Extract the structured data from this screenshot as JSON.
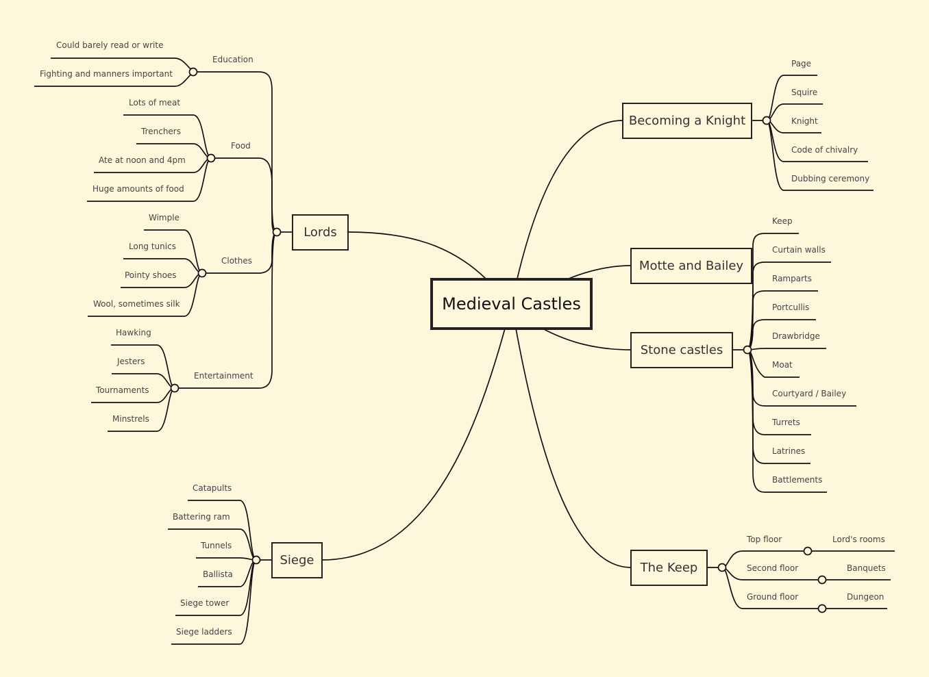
{
  "central": "Medieval Castles",
  "lords": {
    "label": "Lords",
    "groups": [
      {
        "label": "Education",
        "items": [
          "Could barely read or write",
          "Fighting and manners important"
        ]
      },
      {
        "label": "Food",
        "items": [
          "Lots of meat",
          "Trenchers",
          "Ate at noon and 4pm",
          "Huge amounts of food"
        ]
      },
      {
        "label": "Clothes",
        "items": [
          "Wimple",
          "Long tunics",
          "Pointy shoes",
          "Wool, sometimes silk"
        ]
      },
      {
        "label": "Entertainment",
        "items": [
          "Hawking",
          "Jesters",
          "Tournaments",
          "Minstrels"
        ]
      }
    ]
  },
  "siege": {
    "label": "Siege",
    "items": [
      "Catapults",
      "Battering ram",
      "Tunnels",
      "Ballista",
      "Siege tower",
      "Siege ladders"
    ]
  },
  "knight": {
    "label": "Becoming a Knight",
    "items": [
      "Page",
      "Squire",
      "Knight",
      "Code of chivalry",
      "Dubbing ceremony"
    ]
  },
  "motte": {
    "label": "Motte and Bailey"
  },
  "stone": {
    "label": "Stone castles",
    "items": [
      "Keep",
      "Curtain walls",
      "Ramparts",
      "Portcullis",
      "Drawbridge",
      "Moat",
      "Courtyard / Bailey",
      "Turrets",
      "Latrines",
      "Battlements"
    ]
  },
  "keep": {
    "label": "The Keep",
    "floors": [
      {
        "label": "Top floor",
        "detail": "Lord's rooms"
      },
      {
        "label": "Second floor",
        "detail": "Banquets"
      },
      {
        "label": "Ground floor",
        "detail": "Dungeon"
      }
    ]
  }
}
